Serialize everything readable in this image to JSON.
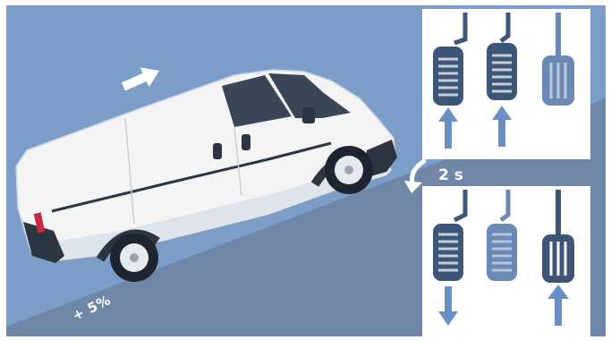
{
  "labels": {
    "slope": "+ 5%",
    "duration": "2 s"
  },
  "colors": {
    "sky": "#7b9dc8",
    "ground": "#6f86a6",
    "panel": "#ffffff",
    "pedal_active": "#3d5678",
    "pedal_inactive": "#6a89b5",
    "arrow": "#6a8fc4",
    "van_body": "#f4f4f4"
  },
  "panels": [
    {
      "phase": "before",
      "pedals": [
        {
          "role": "clutch",
          "state": "pressed",
          "arrow": "up"
        },
        {
          "role": "brake",
          "state": "pressed",
          "arrow": "up"
        },
        {
          "role": "accelerator",
          "state": "released",
          "arrow": "none"
        }
      ]
    },
    {
      "phase": "after",
      "pedals": [
        {
          "role": "clutch",
          "state": "pressed",
          "arrow": "down"
        },
        {
          "role": "brake",
          "state": "released",
          "arrow": "none"
        },
        {
          "role": "accelerator",
          "state": "pressed",
          "arrow": "up"
        }
      ]
    }
  ]
}
